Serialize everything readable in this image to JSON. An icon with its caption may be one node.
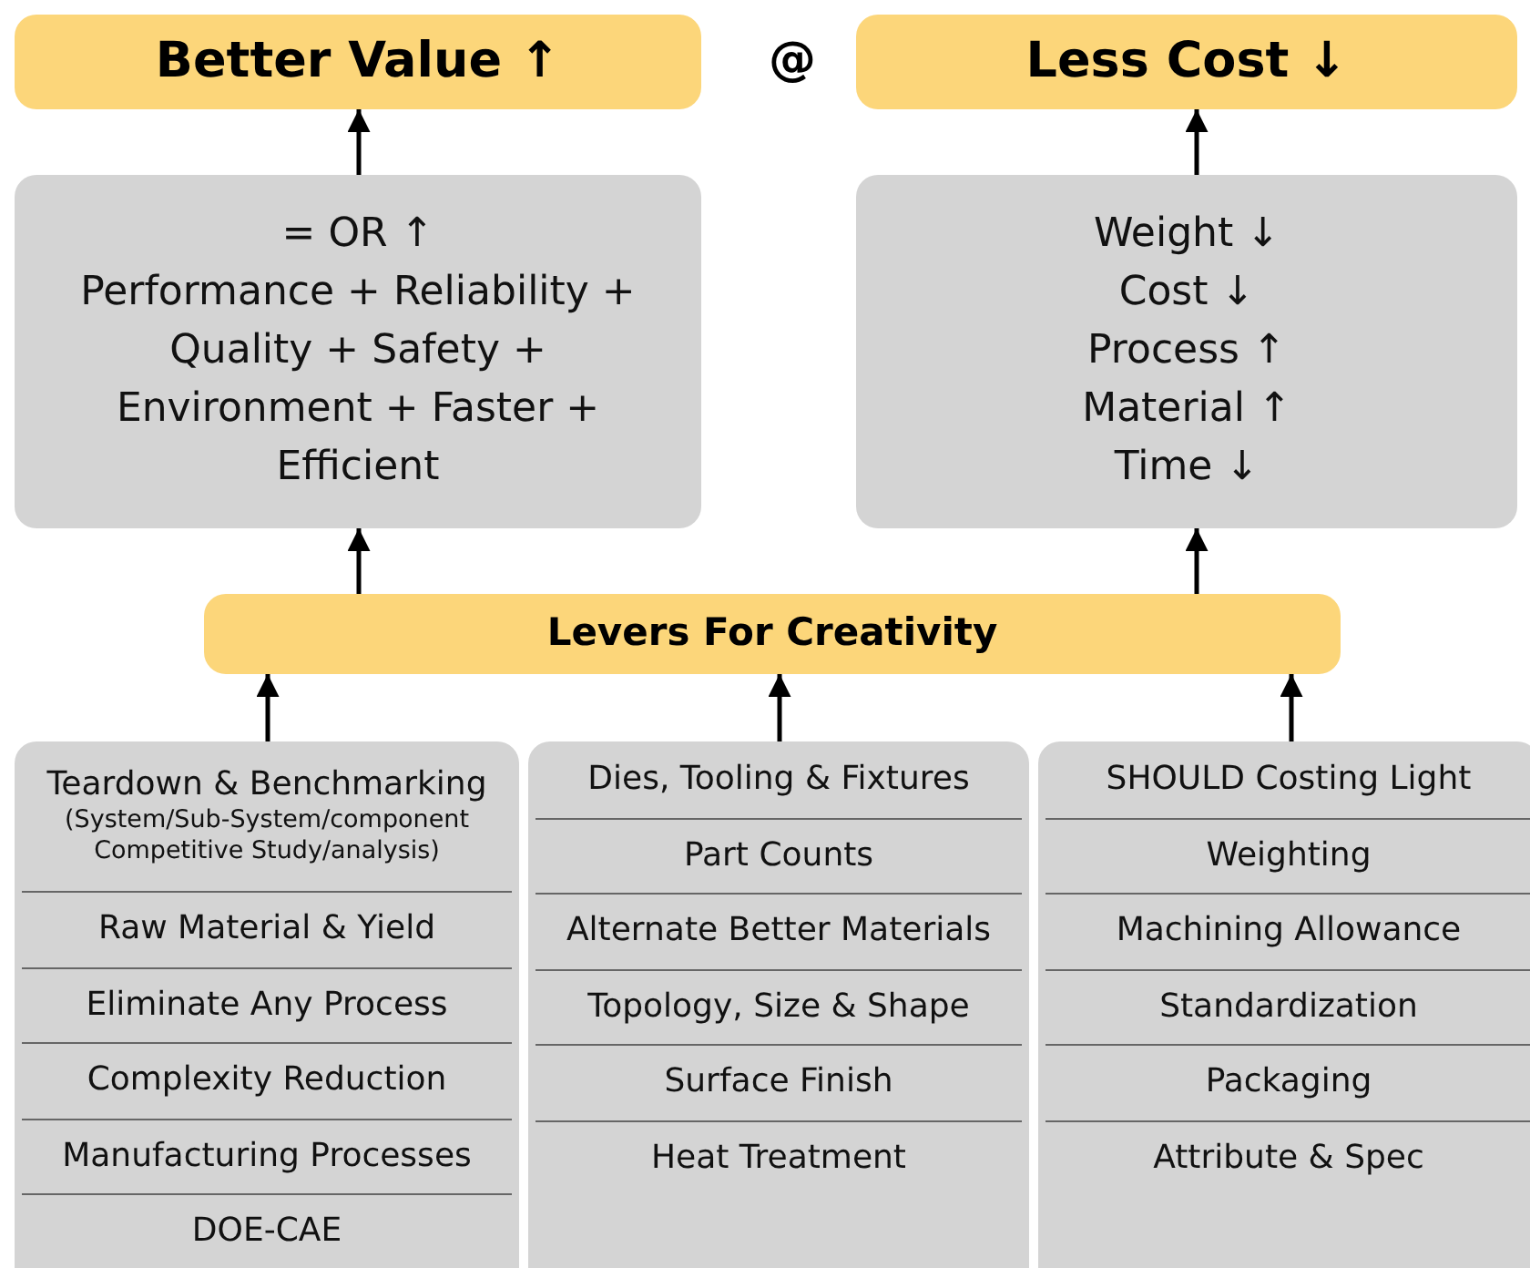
{
  "diagram": {
    "nodes": [
      {
        "text": [
          "Better Value ↑"
        ]
      },
      {
        "text": [
          "Less Cost ↓"
        ]
      },
      {
        "text": [
          "= OR ↑",
          "Performance + Reliability + Quality + Safety + Environment + Faster + Efficient"
        ]
      },
      {
        "text": [
          "Weight ↓",
          "Cost ↓",
          "Process ↑",
          "Material ↑",
          "Time ↓"
        ]
      },
      {
        "text": [
          "Levers For Creativity"
        ]
      },
      {
        "text": [
          "Teardown & Benchmarking",
          "(System/Sub-System/component Competitive Study/analysis)",
          "Raw Material & Yield",
          "Eliminate Any Process",
          "Complexity Reduction",
          "Manufacturing Processes",
          "DOE-CAE"
        ]
      },
      {
        "text": [
          "Dies, Tooling & Fixtures",
          "Part Counts",
          "Alternate Better Materials",
          "Topology, Size & Shape",
          "Surface Finish",
          "Heat Treatment"
        ]
      },
      {
        "text": [
          "SHOULD Costing Light",
          "Weighting",
          "Machining Allowance",
          "Standardization",
          "Packaging",
          "Attribute & Spec"
        ]
      }
    ],
    "edges": [
      {
        "from": 2,
        "to": 0,
        "arrow": "to"
      },
      {
        "from": 3,
        "to": 1,
        "arrow": "to"
      },
      {
        "from": 4,
        "to": 2,
        "arrow": "to"
      },
      {
        "from": 4,
        "to": 3,
        "arrow": "to"
      },
      {
        "from": 5,
        "to": 4,
        "arrow": "to"
      },
      {
        "from": 6,
        "to": 4,
        "arrow": "to"
      },
      {
        "from": 7,
        "to": 4,
        "arrow": "to"
      }
    ],
    "labels": [
      "@"
    ]
  }
}
